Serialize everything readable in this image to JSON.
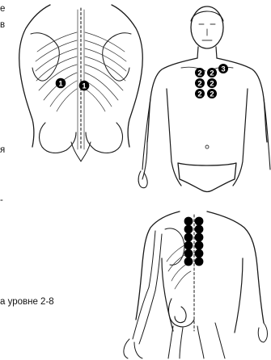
{
  "text_fragments": [
    "е",
    "в",
    "я",
    "-",
    "а уровне 2-8"
  ],
  "markers": {
    "back_upper": [
      "1",
      "1"
    ],
    "chest": [
      "2",
      "2",
      "3",
      "2",
      "2",
      "2",
      "2"
    ]
  },
  "colors": {
    "ink": "#1a1a1a",
    "marker": "#000000",
    "background": "#ffffff"
  }
}
